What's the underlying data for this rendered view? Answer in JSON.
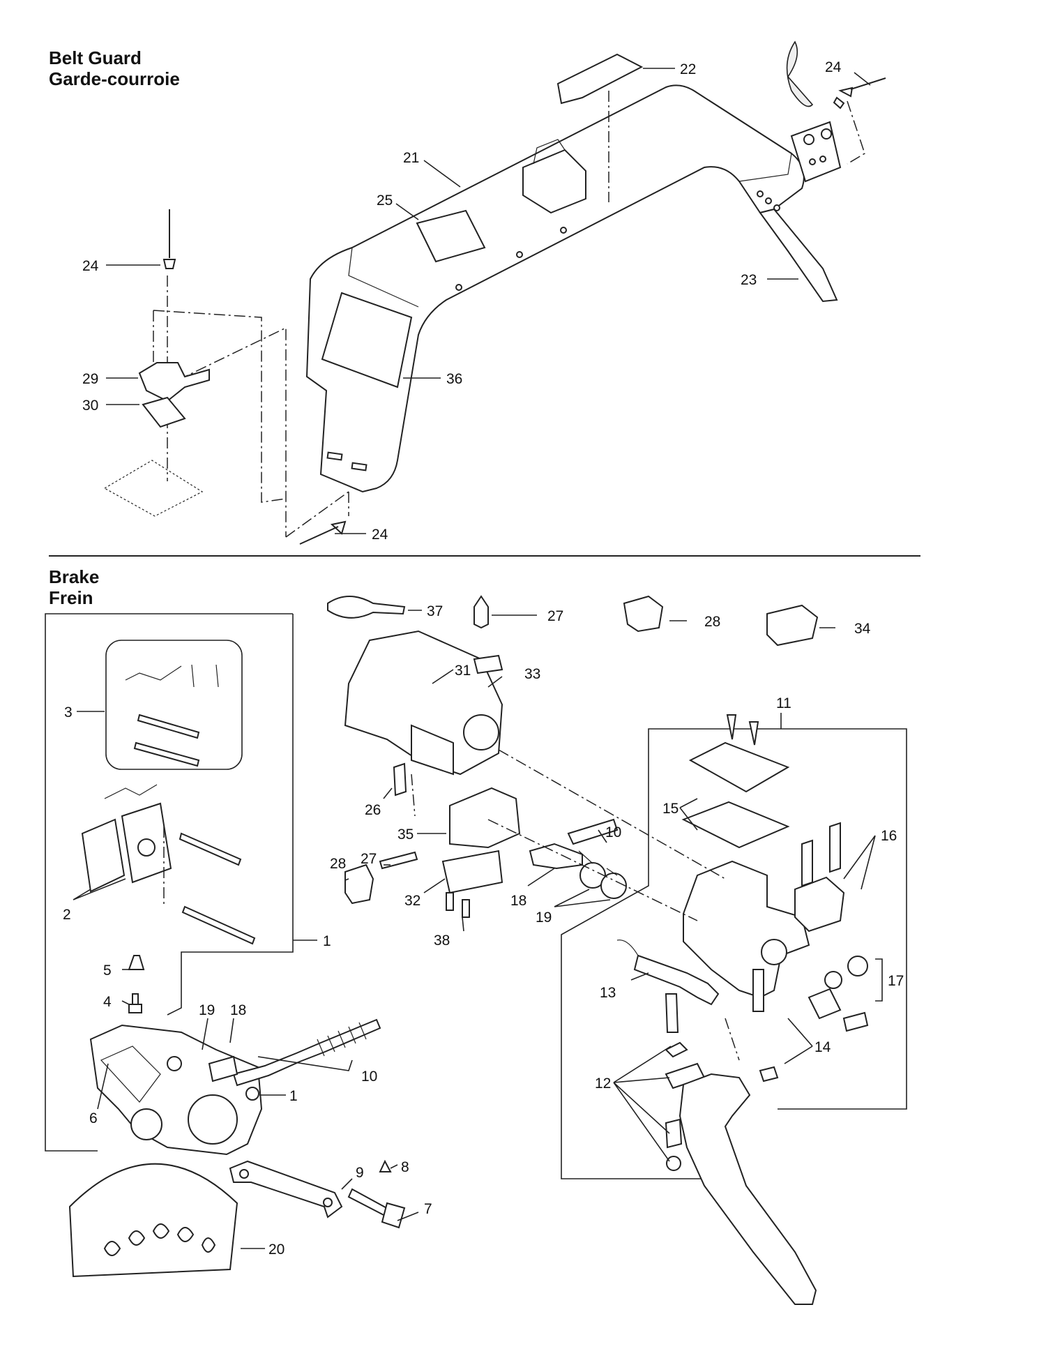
{
  "sections": {
    "belt_guard": {
      "title_en": "Belt Guard",
      "title_fr": "Garde-courroie"
    },
    "brake": {
      "title_en": "Brake",
      "title_fr": "Frein"
    }
  },
  "callouts": {
    "bg_22": "22",
    "bg_24_top": "24",
    "bg_21": "21",
    "bg_25": "25",
    "bg_24_left": "24",
    "bg_23": "23",
    "bg_29": "29",
    "bg_36": "36",
    "bg_30": "30",
    "bg_24_bottom": "24",
    "br_37": "37",
    "br_27_top": "27",
    "br_28_top": "28",
    "br_34": "34",
    "br_31": "31",
    "br_33": "33",
    "br_3": "3",
    "br_11": "11",
    "br_26": "26",
    "br_15": "15",
    "br_16": "16",
    "br_35": "35",
    "br_10_mid": "10",
    "br_28_left": "28",
    "br_27_mid": "27",
    "br_32": "32",
    "br_18_mid": "18",
    "br_2": "2",
    "br_19_mid": "19",
    "br_38": "38",
    "br_1_box": "1",
    "br_17": "17",
    "br_5": "5",
    "br_13": "13",
    "br_4": "4",
    "br_19_low": "19",
    "br_18_low": "18",
    "br_10_low": "10",
    "br_14": "14",
    "br_1_caliper": "1",
    "br_12": "12",
    "br_6": "6",
    "br_9": "9",
    "br_8": "8",
    "br_7": "7",
    "br_20": "20"
  }
}
